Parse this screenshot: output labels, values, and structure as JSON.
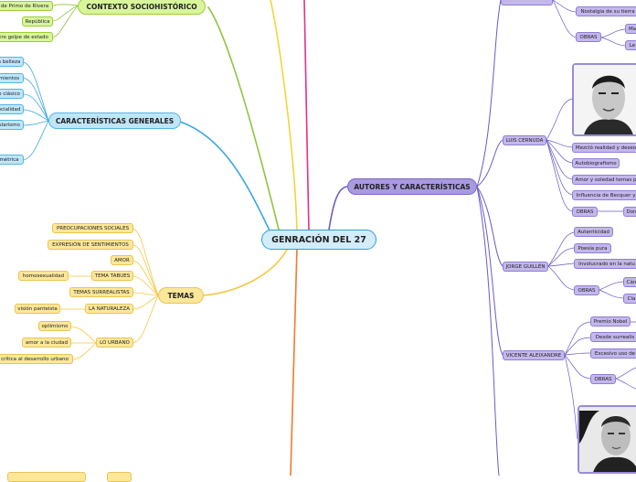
{
  "central": {
    "label": "GENRACIÓN DEL 27"
  },
  "contexto": {
    "title": "CONTEXTO SOCIOHISTÓRICO",
    "items": [
      "de Primo de Rivera",
      "República",
      "tro golpe de estado"
    ]
  },
  "caracteristicas": {
    "title": "CARACTERÍSTICAS GENERALES",
    "items": [
      "a belleza",
      "mientos",
      "o clásico",
      "ocialidad",
      "ularismo",
      "métrica"
    ]
  },
  "temas": {
    "title": "TEMAS",
    "items": [
      "PREOCUPACIONES SOCIALES",
      "EXPRESIÓN DE SENTIMIENTOS",
      "AMOR",
      "TEMA TABUES",
      "TEMAS SURREALISTAS",
      "LA NATURALEZA",
      "LO URBANO"
    ],
    "tabues_child": "homosexualidad",
    "naturaleza_child": "visión panteista",
    "urbano_children": [
      "optimismo",
      "amor a la ciudad",
      "crítica al desarrollo urbano"
    ]
  },
  "autores": {
    "title": "AUTORES Y CARACTERÍSTICAS",
    "top_items": [
      "Nostalgia de su tierra",
      "OBRAS"
    ],
    "top_obras": [
      "Ma",
      "Le"
    ],
    "cernuda": {
      "name": "LUIS CERNUDA",
      "items": [
        "Mezcló realidad y deseo",
        "Autobiografismo",
        "Amor y soledad temas p",
        "Influencia de Becquer y",
        "OBRAS"
      ],
      "obras": [
        "Don"
      ]
    },
    "guillen": {
      "name": "JORGE GUILLÉN",
      "items": [
        "Autenticidad",
        "Poesía pura",
        "Involucrado en la natu",
        "OBRAS"
      ],
      "obras": [
        "Cán",
        "Cla"
      ]
    },
    "aleixandre": {
      "name": "VICENTE ALEIXANDRE",
      "items": [
        "Premio Nobel",
        "Desde surrealis",
        "Excesivo uso de",
        "OBRAS"
      ]
    }
  },
  "colors": {
    "yellow": "#f5c842",
    "green": "#8dc63f",
    "blue": "#3aa7de",
    "purple": "#6b5bc4",
    "pink": "#e0318a",
    "orange": "#f07b2c"
  }
}
